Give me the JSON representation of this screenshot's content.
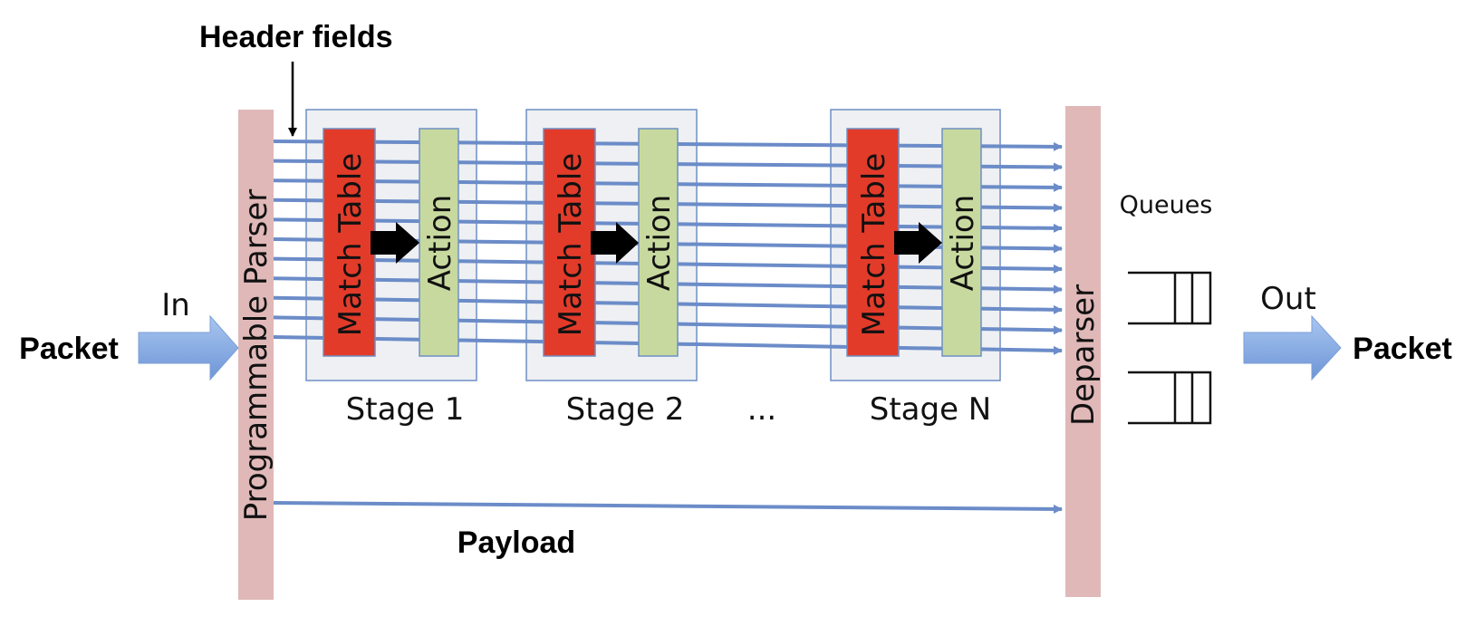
{
  "labels": {
    "header_fields": "Header fields",
    "in": "In",
    "packet_in": "Packet",
    "out": "Out",
    "packet_out": "Packet",
    "payload": "Payload",
    "queues": "Queues",
    "ellipsis": "..."
  },
  "parser": {
    "label": "Programmable Parser"
  },
  "deparser": {
    "label": "Deparser"
  },
  "stages": [
    {
      "name": "Stage 1",
      "match_label": "Match Table",
      "action_label": "Action"
    },
    {
      "name": "Stage 2",
      "match_label": "Match Table",
      "action_label": "Action"
    },
    {
      "name": "Stage N",
      "match_label": "Match Table",
      "action_label": "Action"
    }
  ],
  "colors": {
    "parser_bar": "#e0b8b8",
    "match_table": "#e23b2a",
    "action": "#c8d99f",
    "stage_box": "#eef0f3",
    "stage_border": "#6e8fc4",
    "line": "#6b8cc8",
    "big_arrow": "#8cb0e6"
  }
}
